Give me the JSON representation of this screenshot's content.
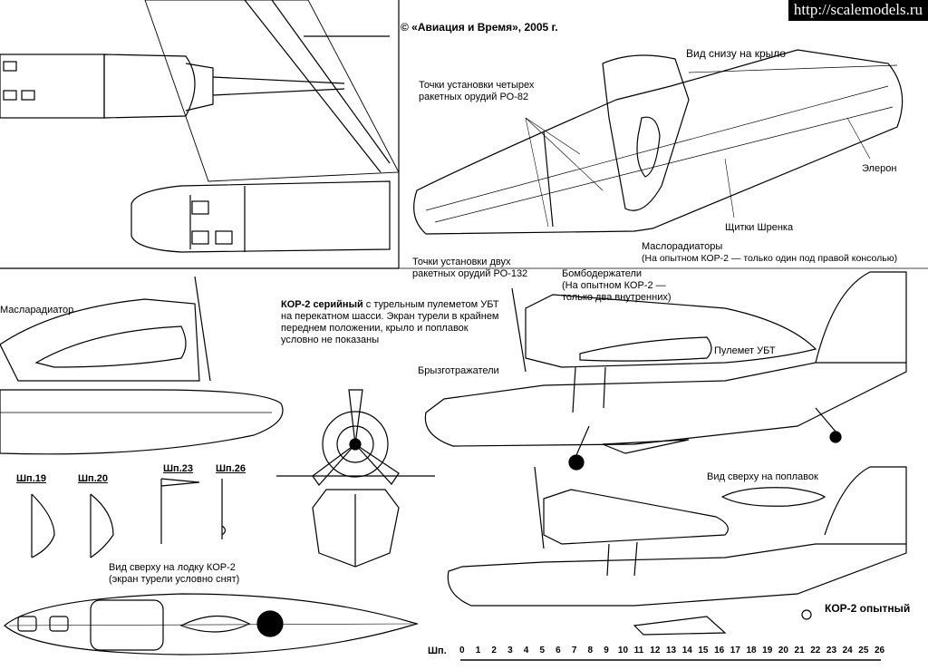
{
  "watermark": "http://scalemodels.ru",
  "copyright": "© «Авиация и Время», 2005 г.",
  "wing_view_title": "Вид снизу на крыло",
  "labels": {
    "ro82": "Точки установки четырех ракетных орудий РО-82",
    "ro132": "Точки установки двух ракетных орудий РО-132",
    "aileron": "Элерон",
    "schrenk": "Щитки Шренка",
    "oil_coolers": "Маслорадиаторы",
    "oil_coolers_note": "(На опытном КОР-2 — только один под правой консолью)",
    "bomb_racks": "Бомбодержатели",
    "bomb_racks_note": "(На опытном КОР-2 — только два внутренних)",
    "oil_cooler_left": "Масларадиатор",
    "spray_guards": "Брызготражатели",
    "gun_ubt": "Пулемет УБТ",
    "float_top": "Вид сверху на поплавок",
    "hull_top": "Вид сверху на лодку КОР-2",
    "hull_top_note": "(экран турели условно снят)",
    "prototype": "КОР-2 опытный"
  },
  "serial_caption": {
    "title": "КОР-2 серийный",
    "text": " с турельным пулеметом УБТ на перекатном шасси. Экран турели в крайнем переднем положении, крыло и поплавок условно не показаны"
  },
  "sections": [
    "Шп.19",
    "Шп.20",
    "Шп.23",
    "Шп.26"
  ],
  "scale": {
    "label": "Шп.",
    "ticks": [
      "0",
      "1",
      "2",
      "3",
      "4",
      "5",
      "6",
      "7",
      "8",
      "9",
      "10",
      "11",
      "12",
      "13",
      "14",
      "15",
      "16",
      "17",
      "18",
      "19",
      "20",
      "21",
      "22",
      "23",
      "24",
      "25",
      "26"
    ]
  }
}
